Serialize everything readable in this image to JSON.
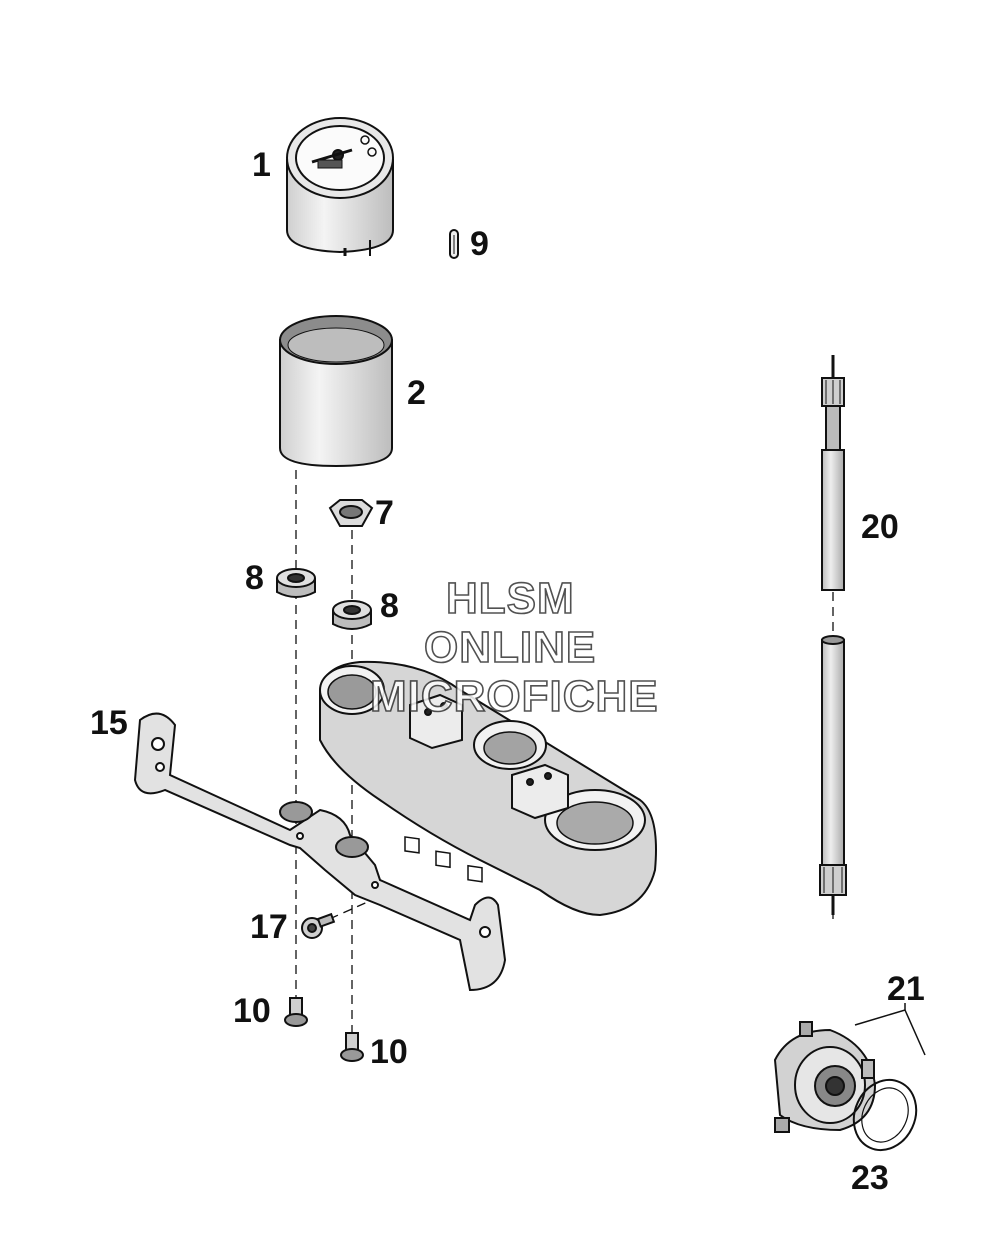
{
  "callouts": {
    "c1": "1",
    "c2": "2",
    "c7": "7",
    "c8a": "8",
    "c8b": "8",
    "c9": "9",
    "c10a": "10",
    "c10b": "10",
    "c15": "15",
    "c17": "17",
    "c20": "20",
    "c21": "21",
    "c23": "23"
  },
  "watermark": {
    "line1": "HLSM",
    "line2": "ONLINE",
    "line3": "MICROFICHE"
  },
  "colors": {
    "line": "#111111",
    "shade": "#d9d9d9",
    "background": "#ffffff"
  }
}
